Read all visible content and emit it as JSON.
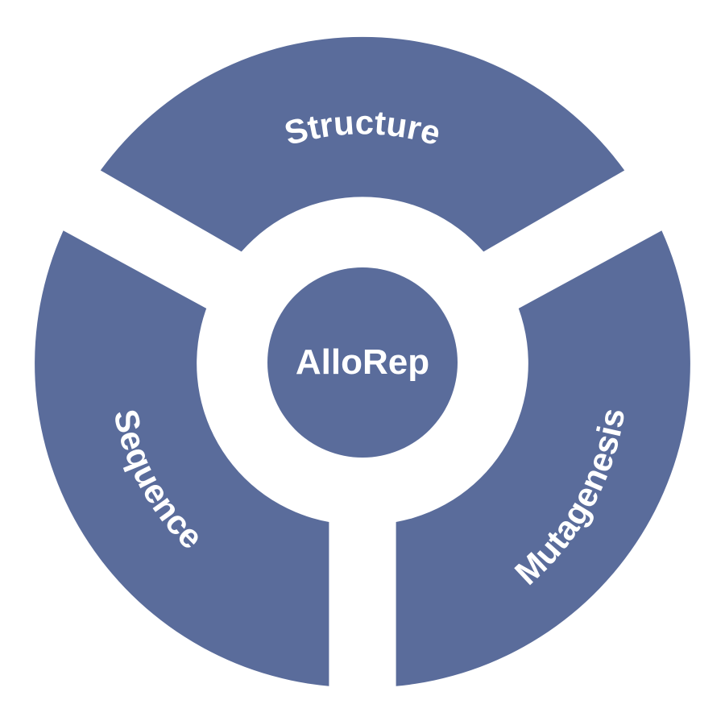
{
  "center": {
    "label": "AlloRep"
  },
  "segments": [
    {
      "label": "Structure"
    },
    {
      "label": "Mutagenesis"
    },
    {
      "label": "Sequence"
    }
  ],
  "colors": {
    "fill": "#5a6c9b",
    "background": "#ffffff",
    "text": "#ffffff"
  }
}
